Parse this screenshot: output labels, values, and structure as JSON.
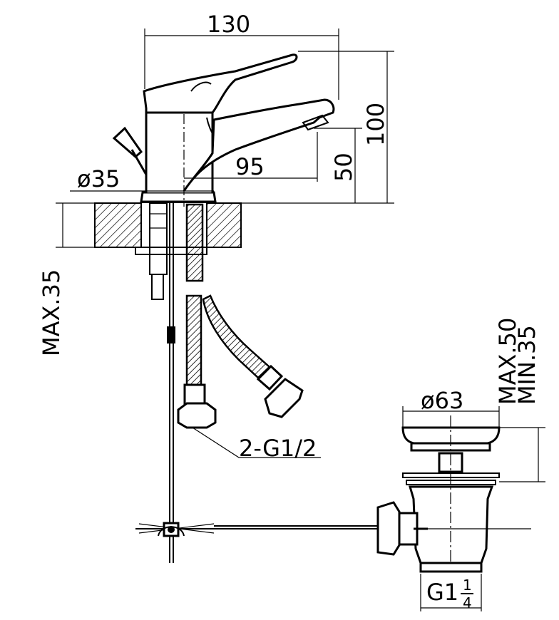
{
  "dimensions": {
    "overall_width": "130",
    "overall_height": "100",
    "spout_reach": "95",
    "spout_height": "50",
    "base_diameter": "ø35",
    "max_deck_thickness": "MAX.35",
    "hose_thread": "2-G1/2",
    "waste_diameter": "ø63",
    "waste_max": "MAX.50",
    "waste_min": "MIN.35",
    "waste_thread_main": "G1",
    "waste_thread_num": "1",
    "waste_thread_den": "4"
  }
}
